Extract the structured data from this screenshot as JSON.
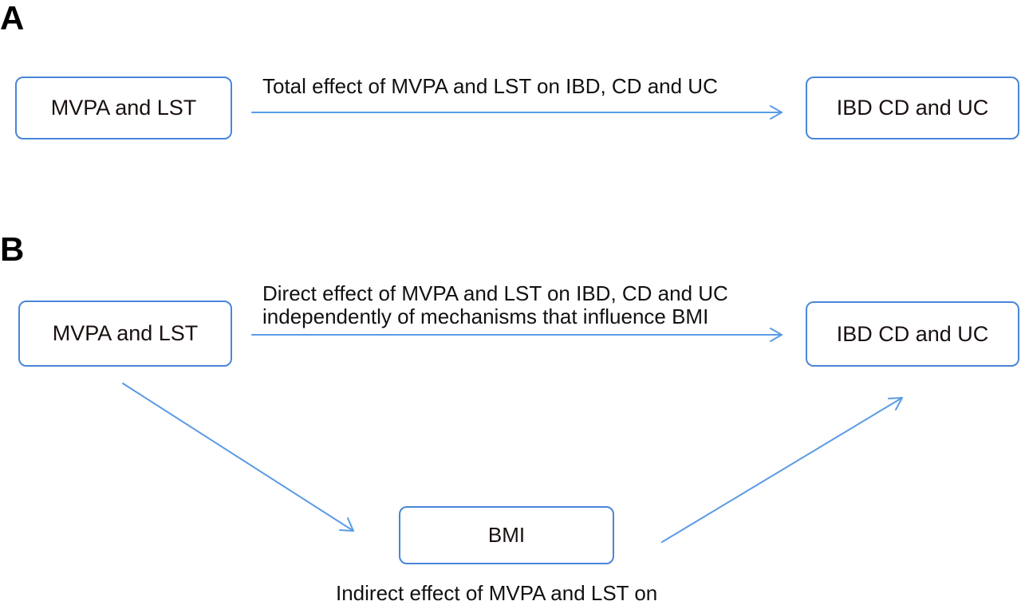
{
  "panel_a": {
    "label": "A",
    "source": "MVPA and LST",
    "target": "IBD CD and UC",
    "edge_label": "Total effect of MVPA and LST on IBD, CD and UC"
  },
  "panel_b": {
    "label": "B",
    "source": "MVPA and LST",
    "target": "IBD CD and UC",
    "mediator": "BMI",
    "direct_label_line1": "Direct effect of MVPA and LST on IBD, CD and UC",
    "direct_label_line2": "independently of mechanisms that influence BMI",
    "indirect_label": "Indirect effect of MVPA and LST on"
  },
  "colors": {
    "box_border": "#4a86d8",
    "arrow": "#5b9be6",
    "text": "#111111"
  }
}
